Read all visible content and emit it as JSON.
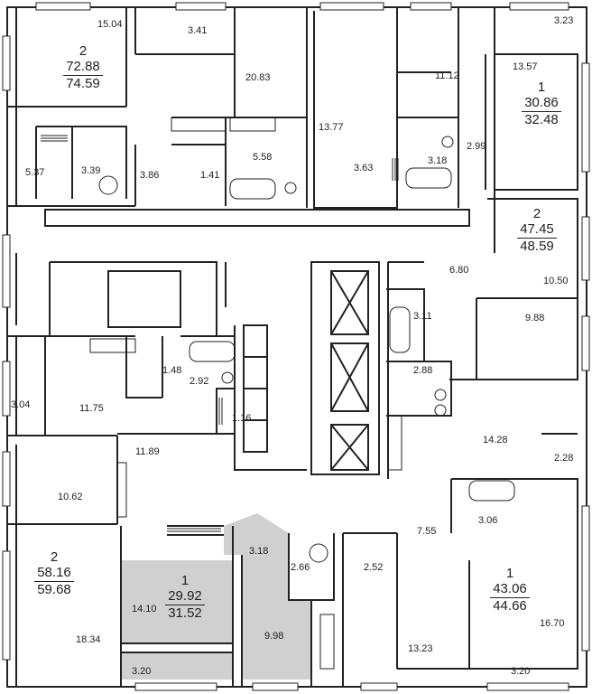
{
  "apartments": [
    {
      "id": "a1",
      "rooms": "2",
      "living": "72.88",
      "total": "74.59"
    },
    {
      "id": "a2",
      "rooms": "1",
      "living": "30.86",
      "total": "32.48"
    },
    {
      "id": "a3",
      "rooms": "2",
      "living": "47.45",
      "total": "48.59"
    },
    {
      "id": "a4",
      "rooms": "2",
      "living": "58.16",
      "total": "59.68"
    },
    {
      "id": "a5",
      "rooms": "1",
      "living": "29.92",
      "total": "31.52"
    },
    {
      "id": "a6",
      "rooms": "1",
      "living": "43.06",
      "total": "44.66"
    }
  ],
  "room_areas": {
    "r1": "15.04",
    "r2": "3.41",
    "r3": "20.83",
    "r4": "11.12",
    "r5": "3.23",
    "r6": "13.57",
    "r7": "13.77",
    "r8": "5.37",
    "r9": "3.39",
    "r10": "3.86",
    "r11": "1.41",
    "r12": "5.58",
    "r13": "3.63",
    "r14": "3.18",
    "r15": "2.99",
    "r16": "6.80",
    "r17": "10.50",
    "r18": "3.11",
    "r19": "9.88",
    "r20": "2.88",
    "r21": "1.48",
    "r22": "2.92",
    "r23": "3.04",
    "r24": "11.75",
    "r25": "1.16",
    "r26": "14.28",
    "r27": "11.89",
    "r28": "2.28",
    "r29": "10.62",
    "r30": "3.06",
    "r31": "7.55",
    "r32": "3.18",
    "r33": "2.66",
    "r34": "2.52",
    "r35": "14.10",
    "r36": "16.70",
    "r37": "18.34",
    "r38": "9.98",
    "r39": "13.23",
    "r40": "3.20",
    "r41": "3.20"
  },
  "colors": {
    "wall": "#222222",
    "highlight": "#d0d0d0",
    "background": "#ffffff"
  }
}
